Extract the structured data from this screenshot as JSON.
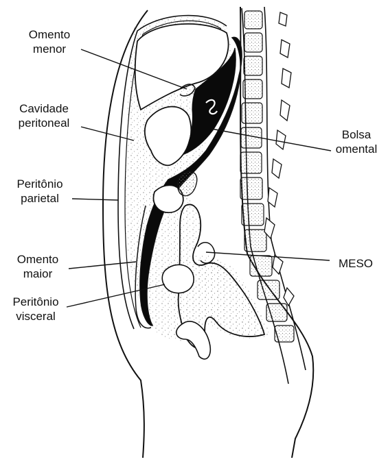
{
  "labels": {
    "omento_menor": [
      "Omento",
      "menor"
    ],
    "cavidade_peritoneal": [
      "Cavidade",
      "peritoneal"
    ],
    "peritonio_parietal": [
      "Peritônio",
      "parietal"
    ],
    "omento_maior": [
      "Omento",
      "maior"
    ],
    "peritonio_visceral": [
      "Peritônio",
      "visceral"
    ],
    "bolsa_omental": [
      "Bolsa",
      "omental"
    ],
    "meso": [
      "MESO"
    ]
  },
  "colors": {
    "ink": "#111111",
    "omental_bursa_fill": "#0a0a0a",
    "cavity_stipple": "#9a9a9a",
    "background": "#ffffff"
  }
}
